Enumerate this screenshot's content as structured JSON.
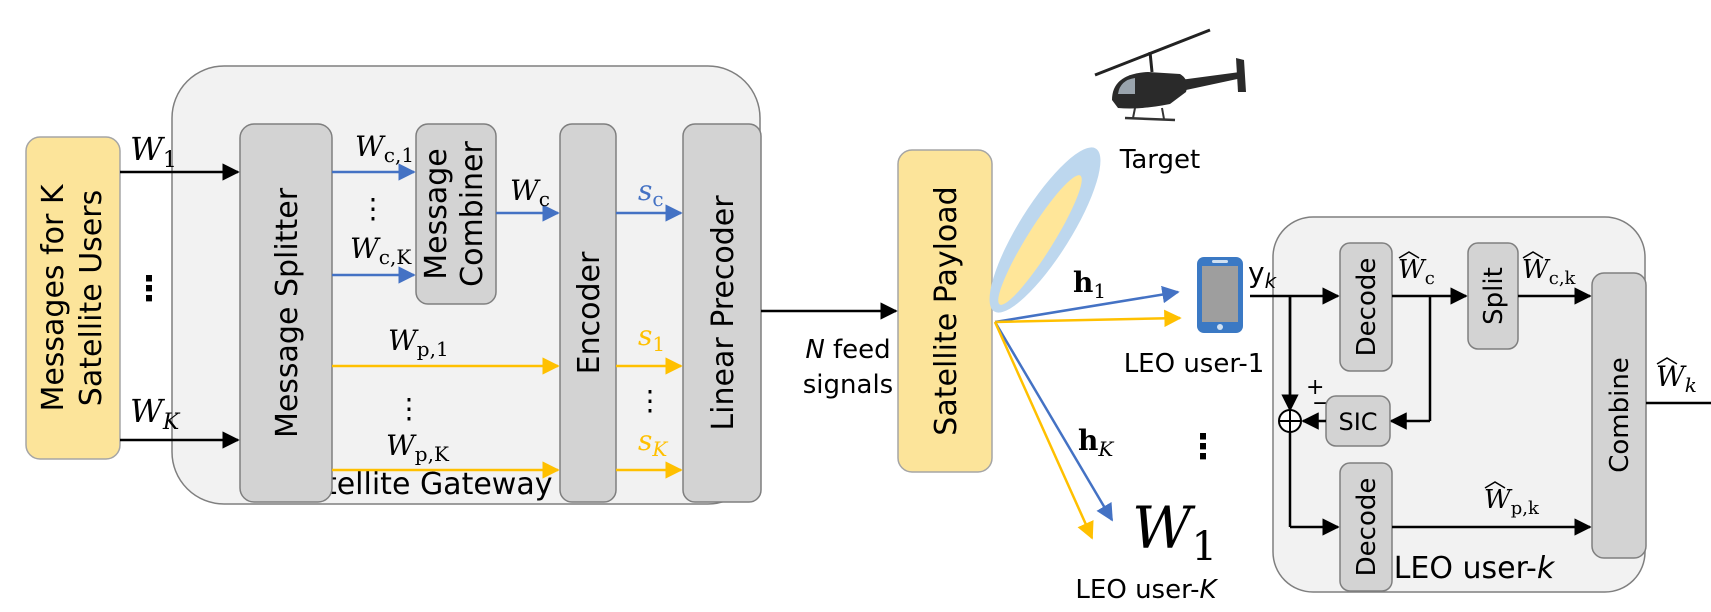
{
  "colors": {
    "yellow_block": "#FCE49A",
    "gray_block": "#D3D3D3",
    "container": "#F2F2F2",
    "blue": "#4472C4",
    "orange": "#FFC000",
    "beam_outer": "#BDD7EE",
    "beam_inner": "#FFE699"
  },
  "icons": {
    "target": "helicopter-icon",
    "user1": "smartphone-icon"
  },
  "labels": {
    "messages_line1": "Messages for K",
    "messages_line2": "Satellite Users",
    "message_splitter": "Message Splitter",
    "message_combiner_line1": "Message",
    "message_combiner_line2": "Combiner",
    "encoder": "Encoder",
    "linear_precoder": "Linear Precoder",
    "satellite_payload": "Satellite Payload",
    "satellite_gateway": "Satellite Gateway",
    "n_feed_line1_var": "N",
    "n_feed_line1_rest": " feed",
    "n_feed_line2": "signals",
    "target": "Target",
    "leo_user_1": "LEO user-1",
    "leo_user_K_prefix": "LEO user-",
    "leo_user_K_var": "K",
    "leo_user_k_prefix": "LEO user-",
    "leo_user_k_var": "k",
    "decode_top": "Decode",
    "decode_bottom": "Decode",
    "split": "Split",
    "sic": "SIC",
    "combine": "Combine",
    "plus": "+",
    "minus": "−",
    "dots": "⋮"
  },
  "symbols": {
    "W1": {
      "base": "W",
      "sub": "1"
    },
    "WK": {
      "base": "W",
      "sub": "K"
    },
    "Wc1": {
      "base": "W",
      "sub": "c,1"
    },
    "WcK": {
      "base": "W",
      "sub": "c,K"
    },
    "Wc": {
      "base": "W",
      "sub": "c"
    },
    "sc": {
      "base": "s",
      "sub": "c"
    },
    "Wp1": {
      "base": "W",
      "sub": "p,1"
    },
    "WpK": {
      "base": "W",
      "sub": "p,K"
    },
    "s1": {
      "base": "s",
      "sub": "1"
    },
    "sK": {
      "base": "s",
      "sub": "K"
    },
    "h1": {
      "base": "h",
      "sub": "1"
    },
    "hK": {
      "base": "h",
      "sub": "K"
    },
    "W1_big": {
      "base": "W",
      "sub": "1"
    },
    "yk": {
      "base": "y",
      "sub": "k"
    },
    "Wc_hat": {
      "base": "W",
      "sub": "c"
    },
    "Wck_hat": {
      "base": "W",
      "sub": "c,k"
    },
    "Wpk_hat": {
      "base": "W",
      "sub": "p,k"
    },
    "Wk_hat": {
      "base": "W",
      "sub": "k"
    }
  }
}
